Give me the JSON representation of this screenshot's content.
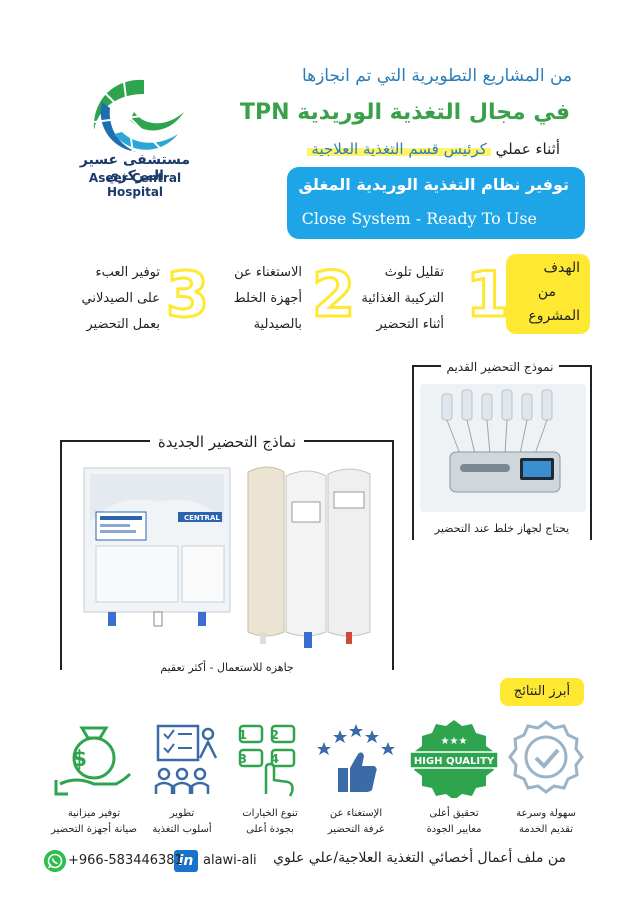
{
  "logo": {
    "name_ar": "مستشفى عسير المركزي",
    "name_en": "Aseer Central Hospital"
  },
  "header": {
    "line1": "من المشاريع التطويرية التي تم انجازها",
    "line2": "في مجال التغذية الوريدية TPN",
    "line3_prefix": "أثناء عملي",
    "line3_highlight": "كرئيس قسم التغذية العلاجية"
  },
  "banner": {
    "line1": "توفير نظام التغذية الوريدية المغلق",
    "line2": "Close System - Ready To Use"
  },
  "goals": {
    "badge": [
      "الهدف",
      "من",
      "المشروع"
    ],
    "items": [
      {
        "number": "1",
        "lines": [
          "تقليل تلوث",
          "التركيبة الغذائية",
          "أثناء التحضير"
        ]
      },
      {
        "number": "2",
        "lines": [
          "الاستغناء عن",
          "أجهزة الخلط",
          "بالصيدلية"
        ]
      },
      {
        "number": "3",
        "lines": [
          "توفير العبء",
          "على الصيدلاني",
          "بعمل التحضير"
        ]
      }
    ]
  },
  "old_model": {
    "title": "نموذج التحضير القديم",
    "caption": "يحتاج لجهاز خلط عند التحضير"
  },
  "new_models": {
    "title": "نماذج التحضير الجديدة",
    "caption": "جاهزه للاستعمال - أكثر تعقيم",
    "bag1_label": "CENTRAL"
  },
  "results": {
    "title": "أبرز النتائج",
    "items": [
      {
        "icon": "money-hand-icon",
        "lines": [
          "توفير ميزانية",
          "صيانة أجهزة التحضير"
        ]
      },
      {
        "icon": "teaching-board-icon",
        "lines": [
          "تطوير",
          "أسلوب التغذية"
        ]
      },
      {
        "icon": "options-grid-icon",
        "lines": [
          "تنوع الخيارات",
          "بجودة أعلى"
        ]
      },
      {
        "icon": "thumbs-up-stars-icon",
        "lines": [
          "الإستغناء عن",
          "غرفة التحضير"
        ]
      },
      {
        "icon": "high-quality-badge-icon",
        "badge_text": "HIGH QUALITY",
        "lines": [
          "تحقيق أعلى",
          "معايير الجودة"
        ]
      },
      {
        "icon": "check-badge-icon",
        "lines": [
          "سهولة وسرعة",
          "تقديم الخدمة"
        ]
      }
    ]
  },
  "footer": {
    "text": "من ملف أعمال أخصائي التغذية العلاجية/علي علوي",
    "linkedin_icon": "in",
    "linkedin": "alawi-ali",
    "phone": "+966-583446381"
  },
  "colors": {
    "blue": "#1da5e8",
    "green": "#3aa04a",
    "yellow": "#ffe832",
    "navy": "#1b3a6b"
  }
}
